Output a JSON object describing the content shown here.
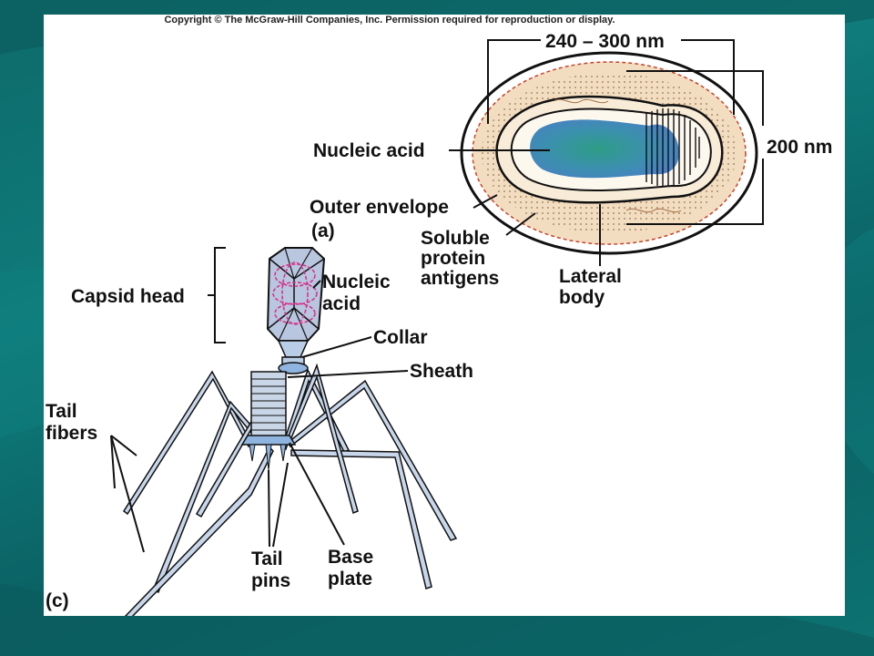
{
  "copyright": "Copyright © The McGraw-Hill Companies, Inc. Permission required for reproduction or display.",
  "poxvirus": {
    "width_dim": "240 – 300 nm",
    "height_dim": "200 nm",
    "nucleic_acid": "Nucleic acid",
    "outer_envelope": "Outer envelope",
    "panel_letter": "(a)",
    "soluble_line1": "Soluble",
    "soluble_line2": "protein",
    "soluble_line3": "antigens",
    "lateral_line1": "Lateral",
    "lateral_line2": "body"
  },
  "bacteriophage": {
    "capsid_head": "Capsid head",
    "nucleic_line1": "Nucleic",
    "nucleic_line2": "acid",
    "collar": "Collar",
    "sheath": "Sheath",
    "tail_line1": "Tail",
    "tail_line2": "fibers",
    "pins_line1": "Tail",
    "pins_line2": "pins",
    "base_line1": "Base",
    "base_line2": "plate",
    "panel_letter": "(c)"
  },
  "colors": {
    "background": "#0e6a6a",
    "panel": "#ffffff",
    "envelope_fill": "#f3ddc0",
    "nucleic_core": "#3aa58f",
    "phage_blue": "#b9cde6",
    "dna_pink": "#d6338a"
  }
}
